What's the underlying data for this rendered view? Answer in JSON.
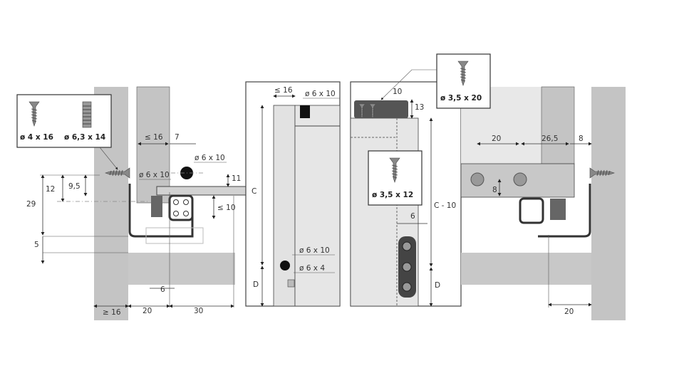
{
  "left_view": {
    "screw_labels": [
      "ø 4 x 16",
      "ø 6,3 x 14"
    ],
    "dims": {
      "max_16": "≤ 16",
      "seven": "7",
      "hole_top": "ø 6 x 10",
      "hole_side": "ø 6 x 10",
      "eleven": "11",
      "twelve": "12",
      "nine_5": "9,5",
      "twenty_nine": "29",
      "max_10": "≤ 10",
      "five": "5",
      "six": "6",
      "min_16": "≥ 16",
      "twenty": "20",
      "thirty": "30"
    }
  },
  "rear_view": {
    "max_16": "≤ 16",
    "hole_top": "ø 6 x 10",
    "c": "C",
    "hole_bottom": "ø 6 x 10",
    "hole_small": "ø 6 x 4",
    "d": "D"
  },
  "front_view": {
    "screw_top": "ø 3,5 x 20",
    "screw_mid": "ø 3,5 x 12",
    "ten": "10",
    "thirteen": "13",
    "six": "6",
    "c_minus_10": "C - 10",
    "d": "D"
  },
  "right_view": {
    "twenty_top": "20",
    "twenty_six_5": "26,5",
    "eight_top": "8",
    "eight_side": "8",
    "twenty_bottom": "20"
  },
  "colors": {
    "panel": "#c4c4c4",
    "light": "#e6e6e6",
    "dark": "#3a3a3a"
  }
}
